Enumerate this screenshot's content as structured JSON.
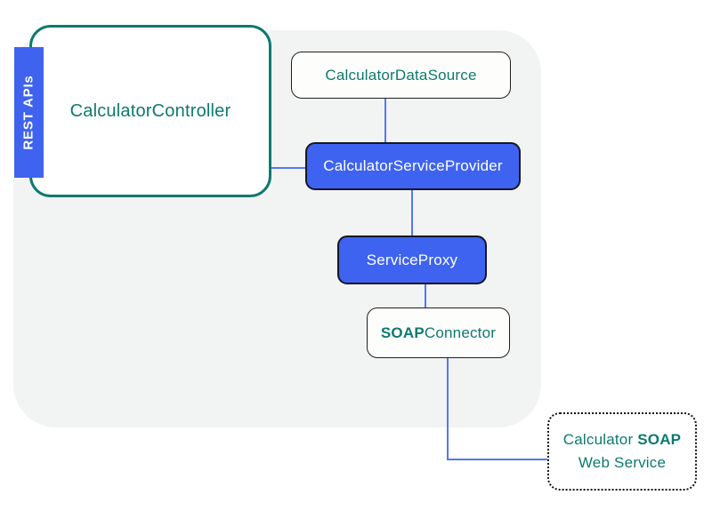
{
  "diagram": {
    "rest_api_tab": {
      "label": "REST APIs"
    },
    "nodes": {
      "controller": {
        "label": "CalculatorController"
      },
      "data_source": {
        "label": "CalculatorDataSource"
      },
      "service_provider": {
        "label": "CalculatorServiceProvider"
      },
      "service_proxy": {
        "label": "ServiceProxy"
      },
      "soap_connector": {
        "label_bold": "SOAP",
        "label_rest": "Connector"
      },
      "web_service": {
        "line1_prefix": "Calculator ",
        "line1_bold": "SOAP",
        "line2": "Web Service"
      }
    },
    "colors": {
      "teal": "#0d7a6e",
      "blue_fill": "#3e63f0",
      "tab_blue": "#3f63ee",
      "connector_blue": "#5577f2",
      "container_gray": "#f2f4f3",
      "dark_border": "#1f1f1f",
      "white": "#ffffff"
    }
  }
}
